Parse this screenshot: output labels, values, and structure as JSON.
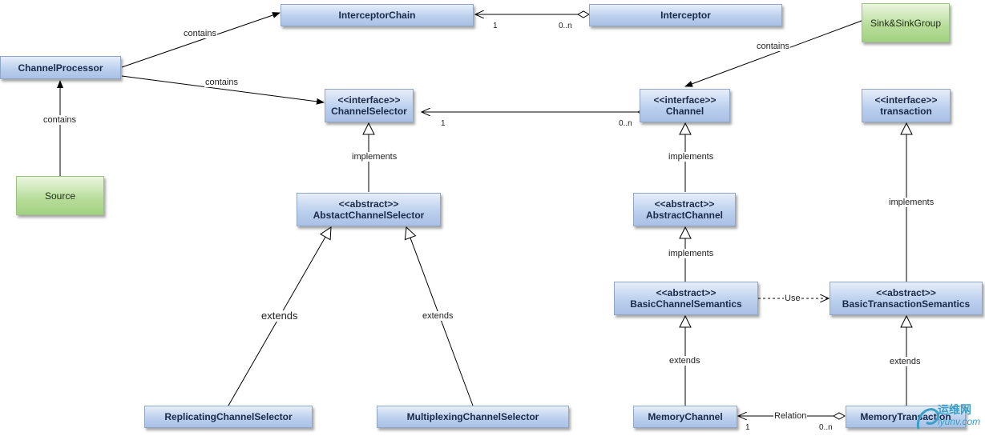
{
  "nodes": {
    "interceptor_chain": {
      "title": "InterceptorChain"
    },
    "interceptor": {
      "title": "Interceptor"
    },
    "sink_group": {
      "title": "Sink&SinkGroup"
    },
    "channel_processor": {
      "title": "ChannelProcessor"
    },
    "source": {
      "title": "Source"
    },
    "channel_selector": {
      "stereotype": "<<interface>>",
      "title": "ChannelSelector"
    },
    "channel": {
      "stereotype": "<<interface>>",
      "title": "Channel"
    },
    "transaction": {
      "stereotype": "<<interface>>",
      "title": "transaction"
    },
    "abstract_channel_selector": {
      "stereotype": "<<abstract>>",
      "title": "AbstactChannelSelector"
    },
    "abstract_channel": {
      "stereotype": "<<abstract>>",
      "title": "AbstractChannel"
    },
    "basic_channel_semantics": {
      "stereotype": "<<abstract>>",
      "title": "BasicChannelSemantics"
    },
    "basic_transaction_semantics": {
      "stereotype": "<<abstract>>",
      "title": "BasicTransactionSemantics"
    },
    "replicating_selector": {
      "title": "ReplicatingChannelSelector"
    },
    "multiplexing_selector": {
      "title": "MultiplexingChannelSelector"
    },
    "memory_channel": {
      "title": "MemoryChannel"
    },
    "memory_transaction": {
      "title": "MemoryTransaction"
    }
  },
  "labels": {
    "contains": "contains",
    "implements": "implements",
    "extends": "extends",
    "use": "Use",
    "relation": "Relation",
    "one": "1",
    "zero_n": "0..n"
  },
  "watermark": {
    "text": "运维网",
    "sub": "iyunv.com"
  }
}
